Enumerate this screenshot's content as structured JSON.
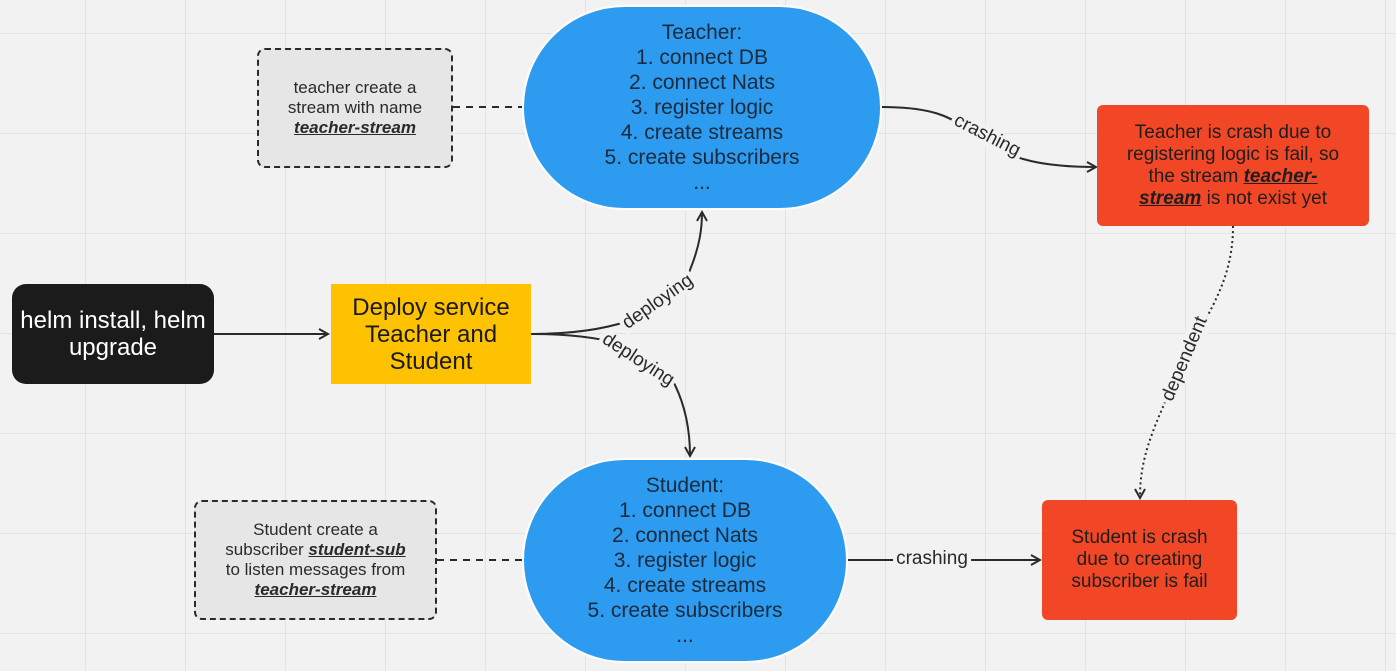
{
  "nodes": {
    "helm": {
      "text": "helm install, helm upgrade"
    },
    "deploy": {
      "lines": [
        "Deploy service",
        "Teacher and",
        "Student"
      ]
    },
    "teacher": {
      "lines": [
        "Teacher:",
        "1. connect DB",
        "2. connect Nats",
        "3. register logic",
        "4. create streams",
        "5. create subscribers",
        "..."
      ]
    },
    "student": {
      "lines": [
        "Student:",
        "1. connect DB",
        "2. connect Nats",
        "3. register logic",
        "4. create streams",
        "5. create subscribers",
        "..."
      ]
    },
    "teacher_note": {
      "line1": "teacher create a",
      "line2": "stream with name",
      "stream": "teacher-stream"
    },
    "student_note": {
      "line1": "Student create a",
      "line2_pre": "subscriber ",
      "sub": "student-sub",
      "line3": "to listen messages from",
      "stream": "teacher-stream"
    },
    "teacher_crash": {
      "line1": "Teacher is crash due to",
      "line2": "registering logic is fail, so",
      "line3_pre": "the stream ",
      "stream_a": "teacher-",
      "stream_b": "stream",
      "line4_post": " is not exist yet"
    },
    "student_crash": {
      "lines": [
        "Student is crash",
        "due to creating",
        "subscriber is fail"
      ]
    }
  },
  "edge_labels": {
    "deploying_teacher": "deploying",
    "deploying_student": "deploying",
    "crashing_teacher": "crashing",
    "crashing_student": "crashing",
    "dependent": "dependent"
  },
  "colors": {
    "helm": "#1b1b1b",
    "deploy": "#ffc200",
    "service": "#2d9bef",
    "note": "#e6e6e6",
    "crash": "#f24726"
  }
}
